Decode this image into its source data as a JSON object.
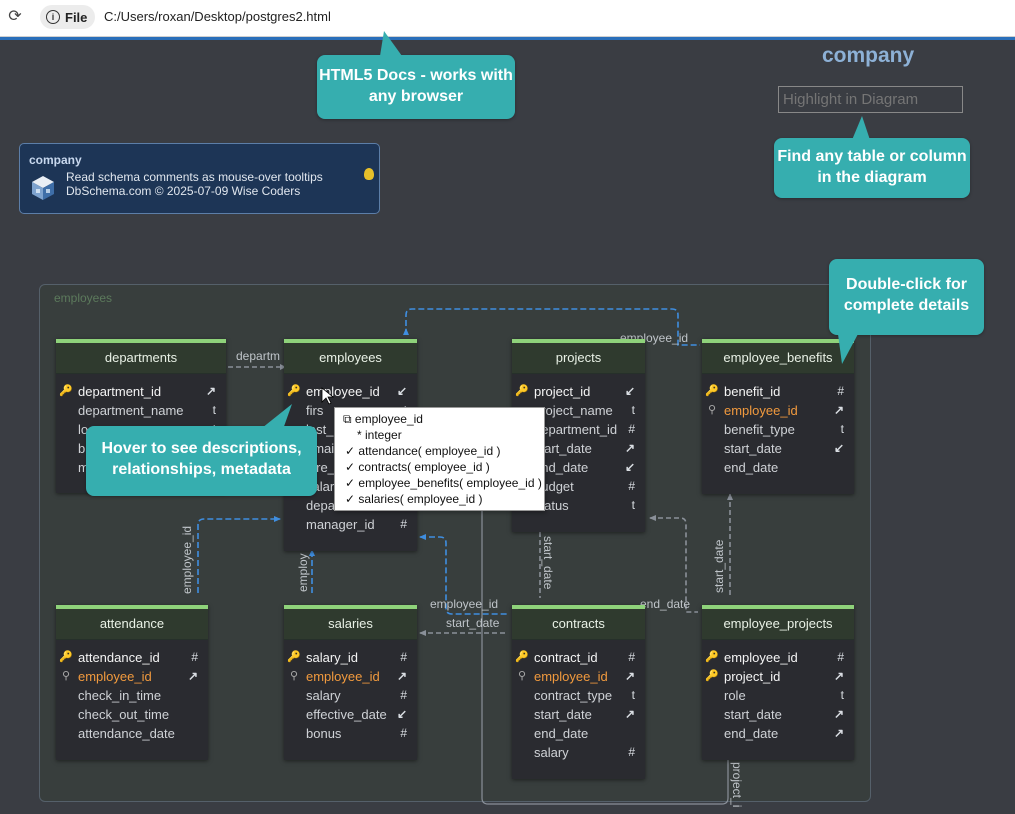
{
  "browser": {
    "reload_icon": "reload-icon",
    "file_chip": "File",
    "url": "C:/Users/roxan/Desktop/postgres2.html"
  },
  "header": {
    "schema_title": "company",
    "search_placeholder": "Highlight in Diagram"
  },
  "callouts": {
    "docs": "HTML5 Docs - works with any browser",
    "find": "Find any table or column in the diagram",
    "doubleclick": "Double-click for complete details",
    "hover": "Hover to see descriptions, relationships, metadata"
  },
  "infobox": {
    "title": "company",
    "line1": "Read schema comments as mouse-over tooltips",
    "line2": "DbSchema.com © 2025-07-09 Wise Coders"
  },
  "group_label": "employees",
  "tables": {
    "departments": {
      "name": "departments",
      "columns": [
        {
          "name": "department_id",
          "kind": "pk",
          "type": "↗"
        },
        {
          "name": "department_name",
          "kind": "",
          "type": "t"
        },
        {
          "name": "loc",
          "kind": "",
          "type": "t"
        },
        {
          "name": "b",
          "kind": "",
          "type": ""
        },
        {
          "name": "m",
          "kind": "",
          "type": ""
        }
      ]
    },
    "employees": {
      "name": "employees",
      "columns": [
        {
          "name": "employee_id",
          "kind": "pk",
          "type": "↙"
        },
        {
          "name": "firs",
          "kind": "",
          "type": "t"
        },
        {
          "name": "last_n",
          "kind": "",
          "type": ""
        },
        {
          "name": "emai",
          "kind": "",
          "type": ""
        },
        {
          "name": "hire_",
          "kind": "",
          "type": ""
        },
        {
          "name": "salar",
          "kind": "",
          "type": ""
        },
        {
          "name": "depa",
          "kind": "",
          "type": ""
        },
        {
          "name": "manager_id",
          "kind": "",
          "type": "#"
        }
      ]
    },
    "projects": {
      "name": "projects",
      "columns": [
        {
          "name": "project_id",
          "kind": "pk",
          "type": "↙"
        },
        {
          "name": "project_name",
          "kind": "",
          "type": "t"
        },
        {
          "name": "department_id",
          "kind": "",
          "type": "#"
        },
        {
          "name": "start_date",
          "kind": "",
          "type": "↗"
        },
        {
          "name": "end_date",
          "kind": "",
          "type": "↙"
        },
        {
          "name": "budget",
          "kind": "",
          "type": "#"
        },
        {
          "name": "status",
          "kind": "",
          "type": "t"
        }
      ]
    },
    "employee_benefits": {
      "name": "employee_benefits",
      "columns": [
        {
          "name": "benefit_id",
          "kind": "pk",
          "type": "#"
        },
        {
          "name": "employee_id",
          "kind": "fk",
          "type": "↗"
        },
        {
          "name": "benefit_type",
          "kind": "",
          "type": "t"
        },
        {
          "name": "start_date",
          "kind": "",
          "type": "↙"
        },
        {
          "name": "end_date",
          "kind": "",
          "type": ""
        }
      ]
    },
    "attendance": {
      "name": "attendance",
      "columns": [
        {
          "name": "attendance_id",
          "kind": "pk",
          "type": "#"
        },
        {
          "name": "employee_id",
          "kind": "fk",
          "type": "↗"
        },
        {
          "name": "check_in_time",
          "kind": "",
          "type": ""
        },
        {
          "name": "check_out_time",
          "kind": "",
          "type": ""
        },
        {
          "name": "attendance_date",
          "kind": "",
          "type": ""
        }
      ]
    },
    "salaries": {
      "name": "salaries",
      "columns": [
        {
          "name": "salary_id",
          "kind": "pk",
          "type": "#"
        },
        {
          "name": "employee_id",
          "kind": "fk",
          "type": "↗"
        },
        {
          "name": "salary",
          "kind": "",
          "type": "#"
        },
        {
          "name": "effective_date",
          "kind": "",
          "type": "↙"
        },
        {
          "name": "bonus",
          "kind": "",
          "type": "#"
        }
      ]
    },
    "contracts": {
      "name": "contracts",
      "columns": [
        {
          "name": "contract_id",
          "kind": "pk",
          "type": "#"
        },
        {
          "name": "employee_id",
          "kind": "fk",
          "type": "↗"
        },
        {
          "name": "contract_type",
          "kind": "",
          "type": "t"
        },
        {
          "name": "start_date",
          "kind": "",
          "type": "↗"
        },
        {
          "name": "end_date",
          "kind": "",
          "type": ""
        },
        {
          "name": "salary",
          "kind": "",
          "type": "#"
        }
      ]
    },
    "employee_projects": {
      "name": "employee_projects",
      "columns": [
        {
          "name": "employee_id",
          "kind": "pk",
          "type": "#"
        },
        {
          "name": "project_id",
          "kind": "pk",
          "type": "↗"
        },
        {
          "name": "role",
          "kind": "",
          "type": "t"
        },
        {
          "name": "start_date",
          "kind": "",
          "type": "↗"
        },
        {
          "name": "end_date",
          "kind": "",
          "type": "↗"
        }
      ]
    }
  },
  "tooltip": {
    "lines": [
      "employee_id",
      "* integer",
      "✓ attendance( employee_id )",
      "✓ contracts( employee_id )",
      "✓ employee_benefits( employee_id )",
      "✓ salaries( employee_id )"
    ]
  },
  "edge_labels": {
    "departm": "departm",
    "employee_id_top": "employee_id",
    "employee_id_att": "employee_id",
    "employee_sal": "employ",
    "employee_id_con": "employee_id",
    "start_date_con": "start_date",
    "start_date_proj": "start_date",
    "end_date_ep": "end_date",
    "start_date_ep": "start_date",
    "project_i": "project_i"
  },
  "colors": {
    "callout": "#36aeaf",
    "table_header_accent": "#8ed27a",
    "fk_text": "#f19a3e",
    "relation_line": "#3f8ee0"
  }
}
